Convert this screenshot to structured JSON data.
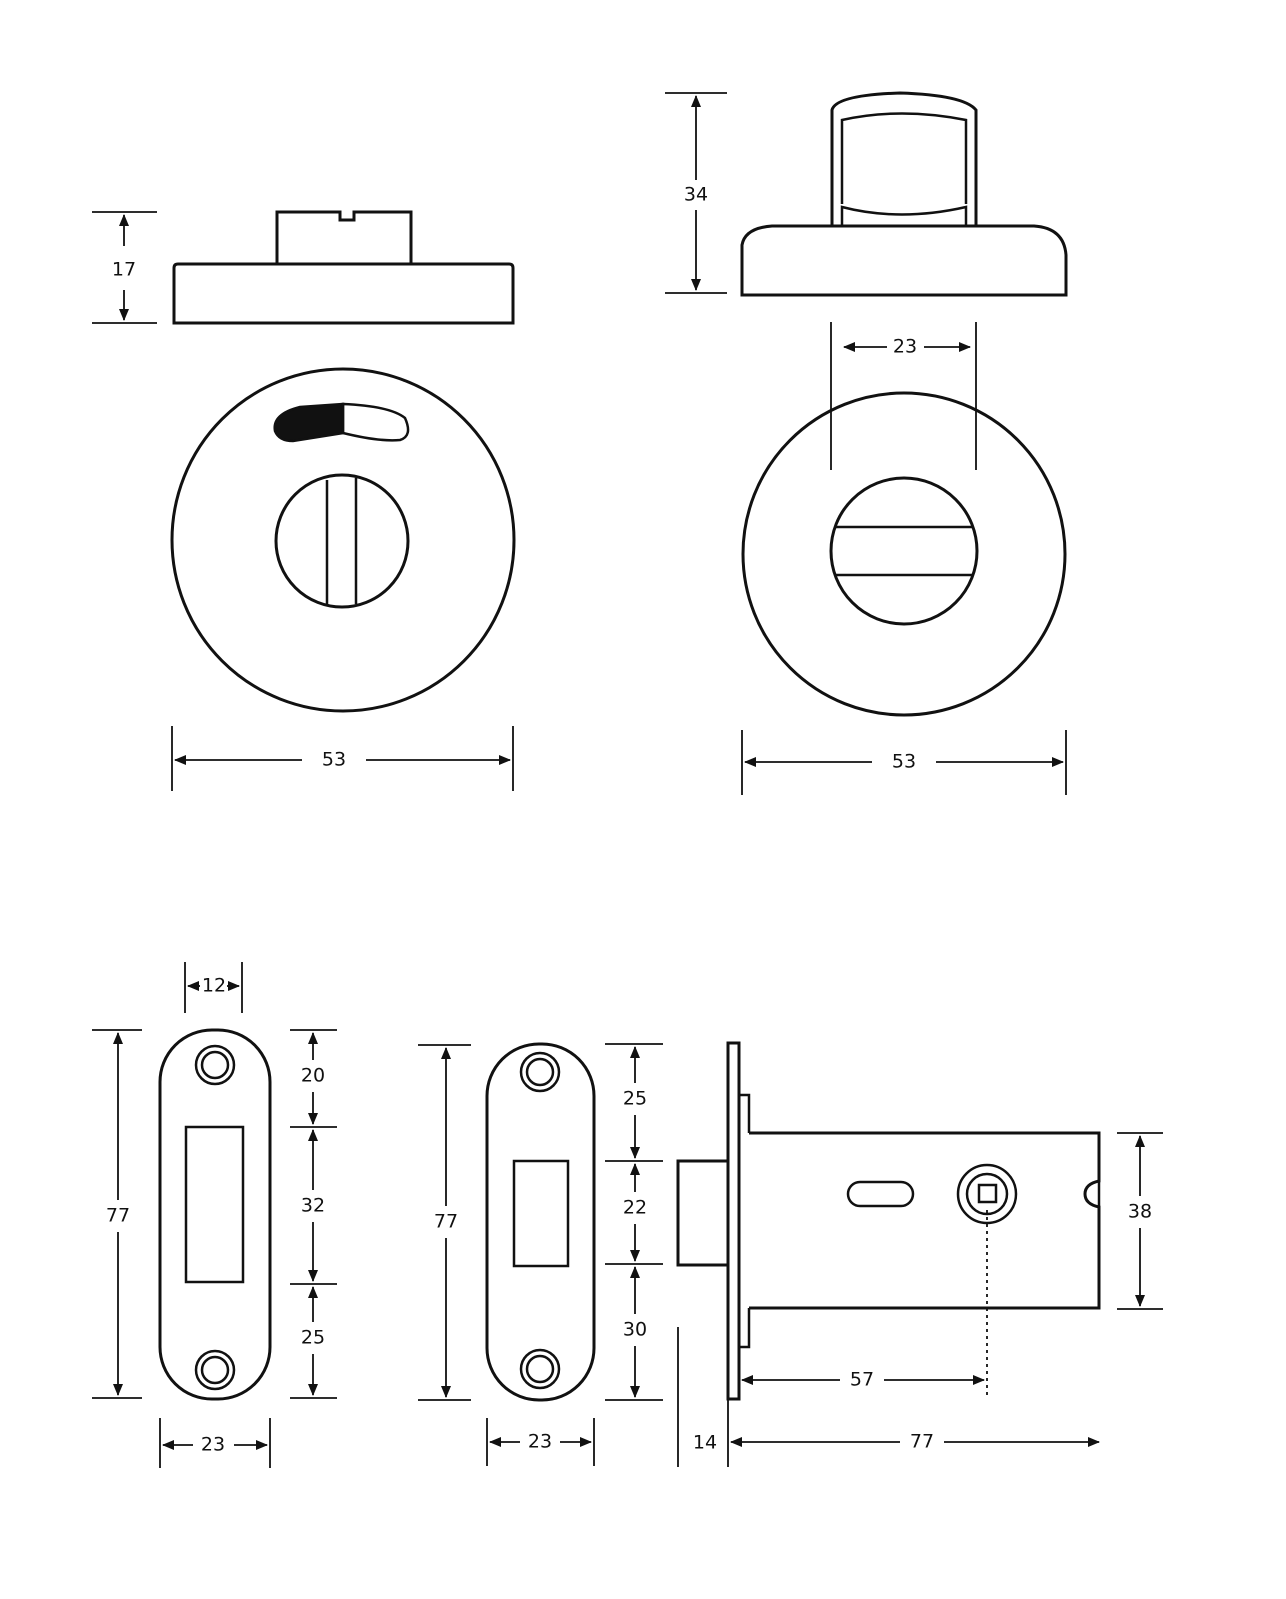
{
  "dimensions": {
    "turn_side_height": "17",
    "turn_face_width": "53",
    "release_side_height": "34",
    "release_knob_width": "23",
    "release_face_width": "53",
    "keep_slot_width": "12",
    "keep_height": "77",
    "keep_top_to_slot": "20",
    "keep_slot_height": "32",
    "keep_slot_to_bottom": "25",
    "keep_width": "23",
    "forend_height": "77",
    "forend_top_to_bolt": "25",
    "bolt_height": "22",
    "forend_bolt_to_bottom": "30",
    "forend_width": "23",
    "latch_case_height": "38",
    "backset": "57",
    "bolt_projection": "14",
    "latch_length": "77"
  },
  "colors": {
    "line": "#111111",
    "background": "#ffffff"
  }
}
